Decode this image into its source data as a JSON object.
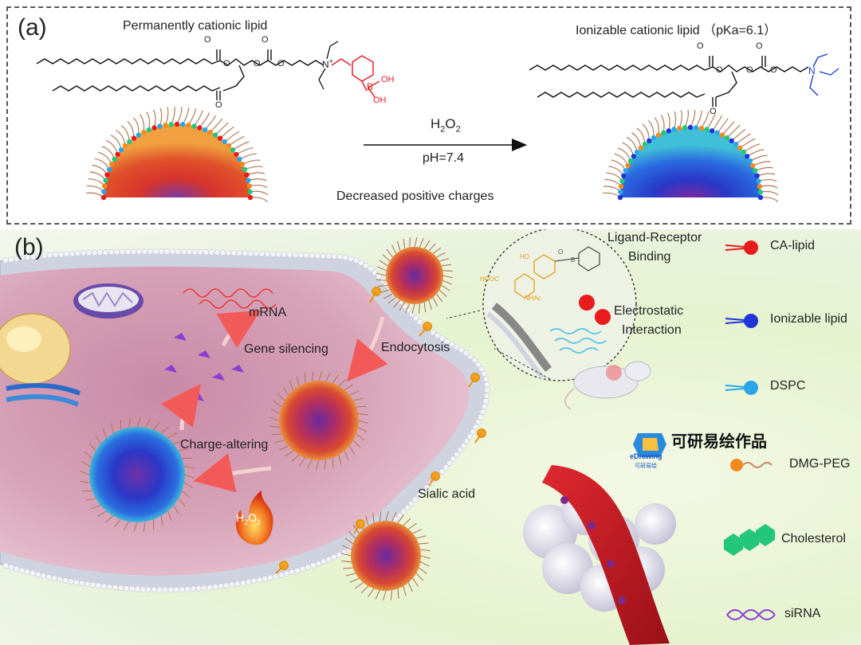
{
  "panel_a": {
    "letter": "(a)",
    "left_title": "Permanently cationic lipid",
    "right_title": "Ionizable cationic lipid （pKa=6.1）",
    "arrow_top": "H",
    "arrow_top_sub": "2",
    "arrow_top_o": "O",
    "arrow_top_sub2": "2",
    "arrow_mid": "pH=7.4",
    "arrow_bottom": "Decreased positive charges",
    "chem_left": {
      "o1": "O",
      "o2": "O",
      "o3": "O",
      "o4": "O",
      "o5": "O",
      "o6": "O",
      "n": "N",
      "plus": "+",
      "b": "B",
      "oh1": "OH",
      "oh2": "OH"
    },
    "chem_right": {
      "o1": "O",
      "o2": "O",
      "o3": "O",
      "o4": "O",
      "o5": "O",
      "o6": "O",
      "n": "N"
    },
    "colors": {
      "boronic": "#e8202a",
      "amine": "#1a3fd8",
      "border": "#555555"
    }
  },
  "panel_b": {
    "letter": "(b)",
    "labels": {
      "mrna": "mRNA",
      "gene_silencing": "Gene silencing",
      "endocytosis": "Endocytosis",
      "charge_altering": "Charge-altering",
      "h2o2_h": "H",
      "h2o2_2a": "2",
      "h2o2_o": "O",
      "h2o2_2b": "2",
      "sialic_acid": "Sialic acid",
      "ligand_receptor_1": "Ligand-Receptor",
      "ligand_receptor_2": "Binding",
      "electrostatic_1": "Electrostatic",
      "electrostatic_2": "Interaction",
      "inset_hooc": "HOOC",
      "inset_nhac": "NHAc",
      "inset_ho": "HO",
      "inset_o": "O",
      "inset_b": "B"
    },
    "watermark": {
      "logo_text": "eDrawing",
      "logo_sub": "可研易绘",
      "title": "可研易绘作品"
    },
    "legend": [
      {
        "label": "CA-lipid",
        "icon": "red-lipid-icon"
      },
      {
        "label": "Ionizable lipid",
        "icon": "blue-lipid-icon"
      },
      {
        "label": "DSPC",
        "icon": "cyan-lipid-icon"
      },
      {
        "label": "DMG-PEG",
        "icon": "peg-icon"
      },
      {
        "label": "Cholesterol",
        "icon": "cholesterol-icon"
      },
      {
        "label": "siRNA",
        "icon": "sirna-icon"
      }
    ],
    "colors": {
      "ca_lipid": "#e81c1c",
      "ionizable": "#2035d8",
      "dspc": "#2aa6e8",
      "peg": "#f08a1e",
      "cholesterol": "#22c77a",
      "sirna": "#8a3fd0",
      "cell": "#d9a4b8",
      "vessel": "#c41820"
    }
  }
}
